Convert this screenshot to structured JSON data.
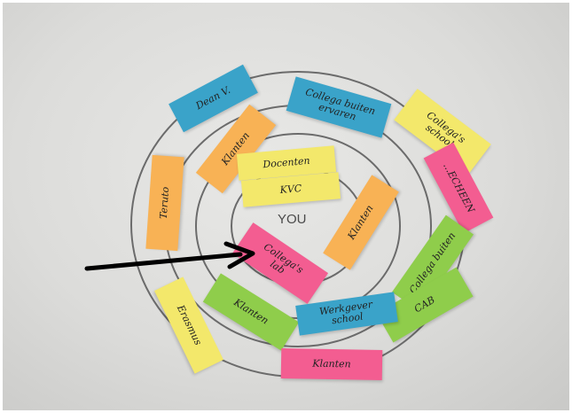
{
  "center_label": "YOU",
  "colors": {
    "blue": "#3aa3c9",
    "yellow": "#f3e86b",
    "orange": "#f8b255",
    "pink": "#f35d91",
    "green": "#8fcd4b",
    "ring": "#6b6b6b",
    "arrow": "#000000"
  },
  "notes": [
    {
      "id": "dean",
      "text": "Dean V.",
      "color": "blue"
    },
    {
      "id": "collega-buiten",
      "text": "Collega buiten\nervaren",
      "color": "blue"
    },
    {
      "id": "collega-school",
      "text": "Collega's\nschool",
      "color": "yellow"
    },
    {
      "id": "klanten-orange",
      "text": "Klanten",
      "color": "orange"
    },
    {
      "id": "docenten",
      "text": "Docenten",
      "color": "yellow"
    },
    {
      "id": "kvc",
      "text": "KVC",
      "color": "yellow"
    },
    {
      "id": "pink-right",
      "text": "...ECHEEN",
      "color": "pink"
    },
    {
      "id": "teruto",
      "text": "Teruto",
      "color": "orange"
    },
    {
      "id": "klanten-right",
      "text": "Klanten",
      "color": "orange"
    },
    {
      "id": "collega-pink",
      "text": "Collega's\nlab",
      "color": "pink"
    },
    {
      "id": "collega-green",
      "text": "Collega buiten",
      "color": "green"
    },
    {
      "id": "cab",
      "text": "CAB",
      "color": "green"
    },
    {
      "id": "erasmus",
      "text": "Erasmus",
      "color": "yellow"
    },
    {
      "id": "klanten-green",
      "text": "Klanten",
      "color": "green"
    },
    {
      "id": "werkgever",
      "text": "Werkgever\nschool",
      "color": "blue"
    },
    {
      "id": "klanten-pink",
      "text": "Klanten",
      "color": "pink"
    }
  ]
}
